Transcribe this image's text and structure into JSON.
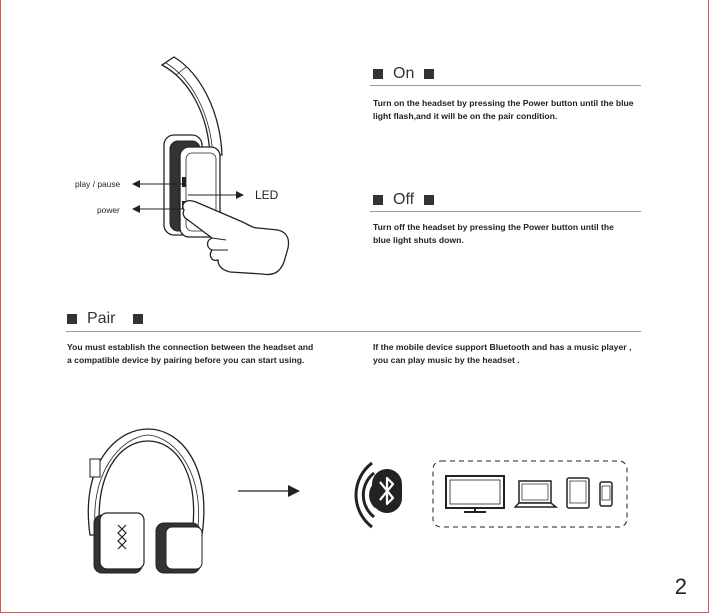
{
  "sections": {
    "on": {
      "title": "On",
      "text_line1": "Turn on the headset by pressing the Power button until the blue",
      "text_line2": "light flash,and it will be on the pair condition."
    },
    "off": {
      "title": "Off",
      "text_line1": "Turn off  the headset by pressing the Power button until the",
      "text_line2": "blue light shuts down."
    },
    "pair": {
      "title": "Pair",
      "left_line1": "You must establish the connection between the headset and",
      "left_line2": "a compatible device by pairing before you can start using.",
      "right_line1": "If the mobile device support Bluetooth and has a music player ,",
      "right_line2": "you can  play music by the headset ."
    }
  },
  "diagram_labels": {
    "play_pause": "play / pause",
    "power": "power",
    "led": "LED"
  },
  "icons": [
    "headset-side-illustration",
    "finger-press-icon",
    "headset-front-illustration",
    "arrow-right-icon",
    "wireless-waves-icon",
    "bluetooth-icon",
    "monitor-icon",
    "laptop-icon",
    "tablet-icon",
    "phone-icon"
  ],
  "page_number": "2",
  "colors": {
    "border": "#d9534f",
    "ink": "#333333",
    "rule": "#9a9a9a"
  }
}
